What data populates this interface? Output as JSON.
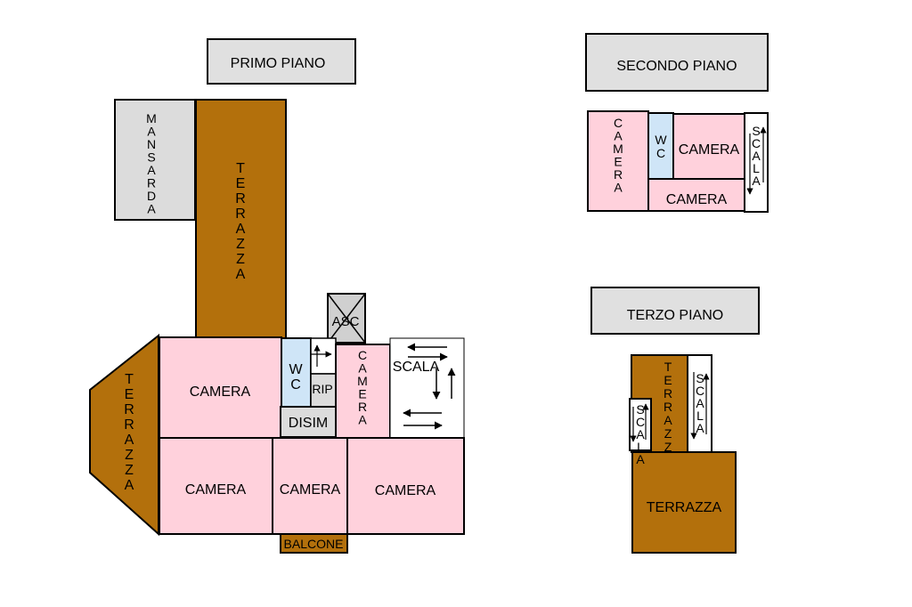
{
  "floors": {
    "primo": {
      "title": "PRIMO PIANO",
      "rooms": {
        "mansarda": "MANSARDA",
        "terrazza_top": "TERRAZZA",
        "terrazza_left": "TERRAZZA",
        "asc": "ASC",
        "camera_1": "CAMERA",
        "wc": "WC",
        "rip": "RIP",
        "disim": "DISIM",
        "camera_vertical": "CAMERA",
        "scala": "SCALA",
        "camera_2": "CAMERA",
        "camera_3": "CAMERA",
        "camera_4": "CAMERA",
        "balcone": "BALCONE"
      }
    },
    "secondo": {
      "title": "SECONDO PIANO",
      "rooms": {
        "camera_vertical": "CAMERA",
        "wc": "WC",
        "camera_1": "CAMERA",
        "camera_2": "CAMERA",
        "scala": "SCALA"
      }
    },
    "terzo": {
      "title": "TERZO PIANO",
      "rooms": {
        "terrazza_vertical": "TERRAZZA",
        "scala_right": "SCALA",
        "scala_left": "SCALA",
        "terrazza": "TERRAZZA"
      }
    }
  },
  "colors": {
    "camera": "#ffd1dc",
    "terrazza": "#b3700c",
    "mansarda": "#dcdcdc",
    "wc": "#cfe5f7",
    "label_box": "#e0e0e0"
  }
}
